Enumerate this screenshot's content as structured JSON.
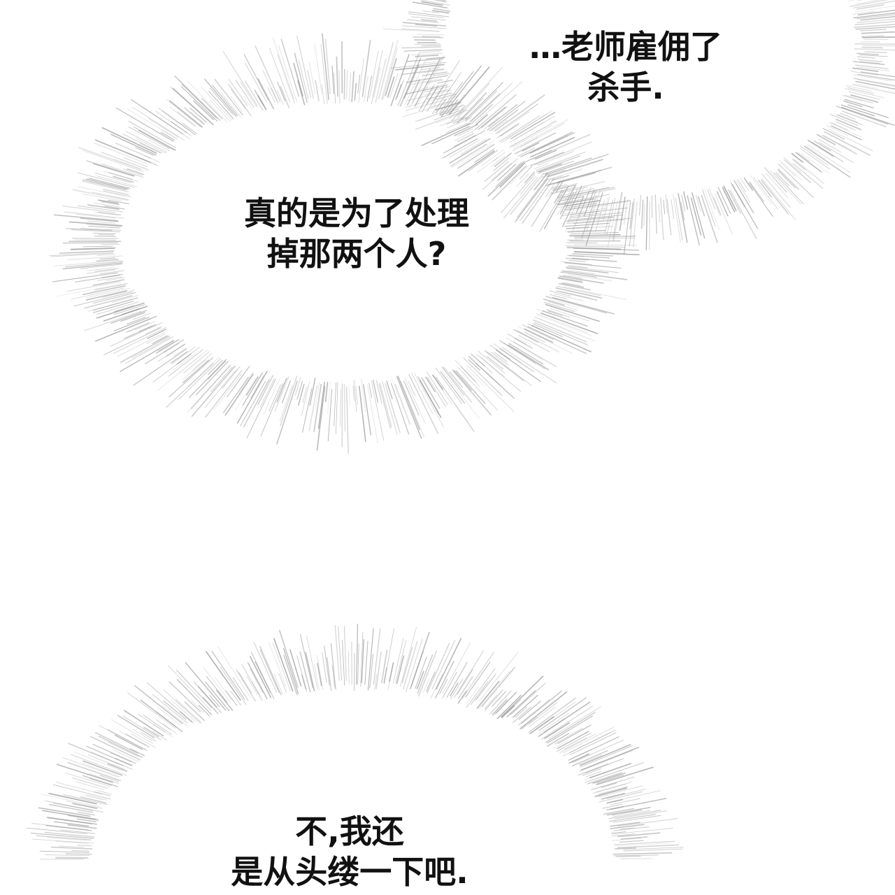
{
  "colors": {
    "background": "#ffffff",
    "text": "#111111",
    "burst_stroke": "#9a9a9a"
  },
  "captions": [
    {
      "lines": [
        "…老师雇佣了",
        "杀手."
      ]
    },
    {
      "lines": [
        "真的是为了处理",
        "掉那两个人?"
      ]
    },
    {
      "lines": [
        "不,我还",
        "是从头缕一下吧."
      ]
    }
  ]
}
